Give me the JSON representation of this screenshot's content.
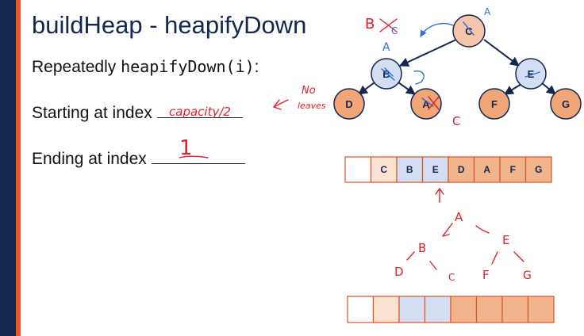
{
  "slide": {
    "title": "buildHeap - heapifyDown",
    "line1_prefix": "Repeatedly ",
    "line1_code": "heapifyDown(i)",
    "line1_suffix": ":",
    "line2_label": "Starting at index",
    "line3_label": "Ending at index"
  },
  "annotations": {
    "start_answer": "capacity/2",
    "end_answer": "1",
    "no_leaves_line1": "No",
    "no_leaves_line2": "leaves",
    "swap_b_root": "B",
    "swap_c": "C",
    "swap_a_root": "A",
    "swap_a_left": "A",
    "swap_c_bottom": "C",
    "sketch_a": "A",
    "sketch_b": "B",
    "sketch_e": "E",
    "sketch_d": "D",
    "sketch_c": "C",
    "sketch_f": "F",
    "sketch_g": "G"
  },
  "tree": {
    "nodes": [
      {
        "id": "root",
        "label": "C",
        "color": "#f6c4ab"
      },
      {
        "id": "left",
        "label": "B",
        "color": "#d3def2"
      },
      {
        "id": "right",
        "label": "E",
        "color": "#d3def2"
      },
      {
        "id": "ll",
        "label": "D",
        "color": "#f1a678"
      },
      {
        "id": "lr",
        "label": "A",
        "color": "#f1a678"
      },
      {
        "id": "rl",
        "label": "F",
        "color": "#f1a678"
      },
      {
        "id": "rr",
        "label": "G",
        "color": "#f1a678"
      }
    ]
  },
  "array_top": [
    {
      "label": "",
      "color": "#ffffff"
    },
    {
      "label": "C",
      "color": "#fbe3d4"
    },
    {
      "label": "B",
      "color": "#d3def2"
    },
    {
      "label": "E",
      "color": "#d3def2"
    },
    {
      "label": "D",
      "color": "#f1b48c"
    },
    {
      "label": "A",
      "color": "#f1b48c"
    },
    {
      "label": "F",
      "color": "#f1b48c"
    },
    {
      "label": "G",
      "color": "#f1b48c"
    }
  ],
  "array_bottom": [
    {
      "label": "",
      "color": "#ffffff"
    },
    {
      "label": "",
      "color": "#fbe3d4"
    },
    {
      "label": "",
      "color": "#d3def2"
    },
    {
      "label": "",
      "color": "#d3def2"
    },
    {
      "label": "",
      "color": "#f1b48c"
    },
    {
      "label": "",
      "color": "#f1b48c"
    },
    {
      "label": "",
      "color": "#f1b48c"
    },
    {
      "label": "",
      "color": "#f1b48c"
    }
  ]
}
